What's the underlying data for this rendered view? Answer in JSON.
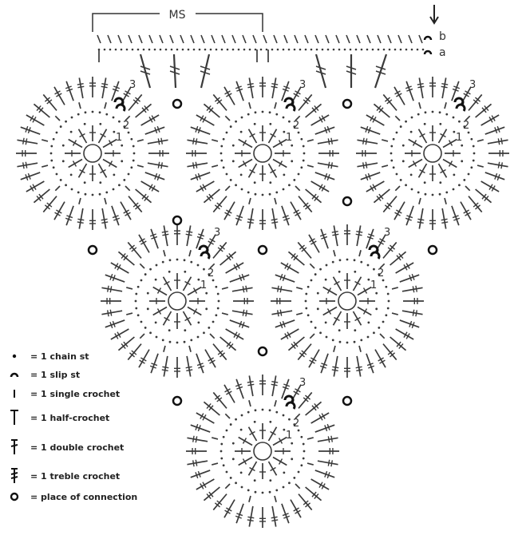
{
  "header": {
    "repeat_label": "MS",
    "row_a_label": "a",
    "row_b_label": "b"
  },
  "motif_round_labels": [
    "1",
    "2",
    "3"
  ],
  "legend": [
    {
      "symbol": "chain-st",
      "text": "= 1 chain st"
    },
    {
      "symbol": "slip-st",
      "text": "= 1 slip st"
    },
    {
      "symbol": "single-crochet",
      "text": "= 1 single crochet"
    },
    {
      "symbol": "half-crochet",
      "text": "= 1 half-crochet"
    },
    {
      "symbol": "double-crochet",
      "text": "= 1 double crochet"
    },
    {
      "symbol": "treble-crochet",
      "text": "= 1 treble crochet"
    },
    {
      "symbol": "connection",
      "text": "= place of connection"
    }
  ],
  "colors": {
    "ink": "#3a3a3a",
    "background": "#ffffff"
  }
}
